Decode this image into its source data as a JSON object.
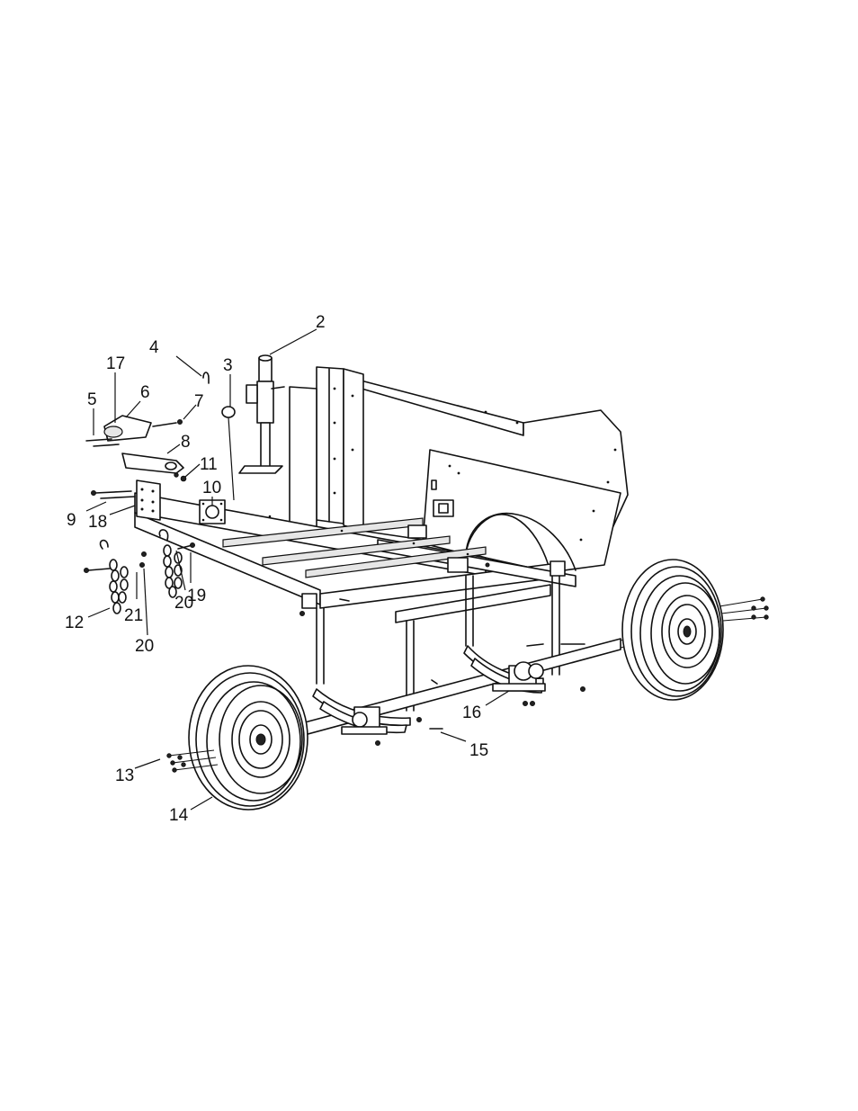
{
  "diagram": {
    "callouts": [
      {
        "id": "c2",
        "label": "2"
      },
      {
        "id": "c3",
        "label": "3"
      },
      {
        "id": "c4",
        "label": "4"
      },
      {
        "id": "c5",
        "label": "5"
      },
      {
        "id": "c6",
        "label": "6"
      },
      {
        "id": "c7",
        "label": "7"
      },
      {
        "id": "c8",
        "label": "8"
      },
      {
        "id": "c9",
        "label": "9"
      },
      {
        "id": "c10",
        "label": "10"
      },
      {
        "id": "c11",
        "label": "11"
      },
      {
        "id": "c12",
        "label": "12"
      },
      {
        "id": "c13",
        "label": "13"
      },
      {
        "id": "c14",
        "label": "14"
      },
      {
        "id": "c15",
        "label": "15"
      },
      {
        "id": "c16",
        "label": "16"
      },
      {
        "id": "c17",
        "label": "17"
      },
      {
        "id": "c18",
        "label": "18"
      },
      {
        "id": "c19",
        "label": "19"
      },
      {
        "id": "c20a",
        "label": "20"
      },
      {
        "id": "c20b",
        "label": "20"
      },
      {
        "id": "c21",
        "label": "21"
      }
    ]
  }
}
